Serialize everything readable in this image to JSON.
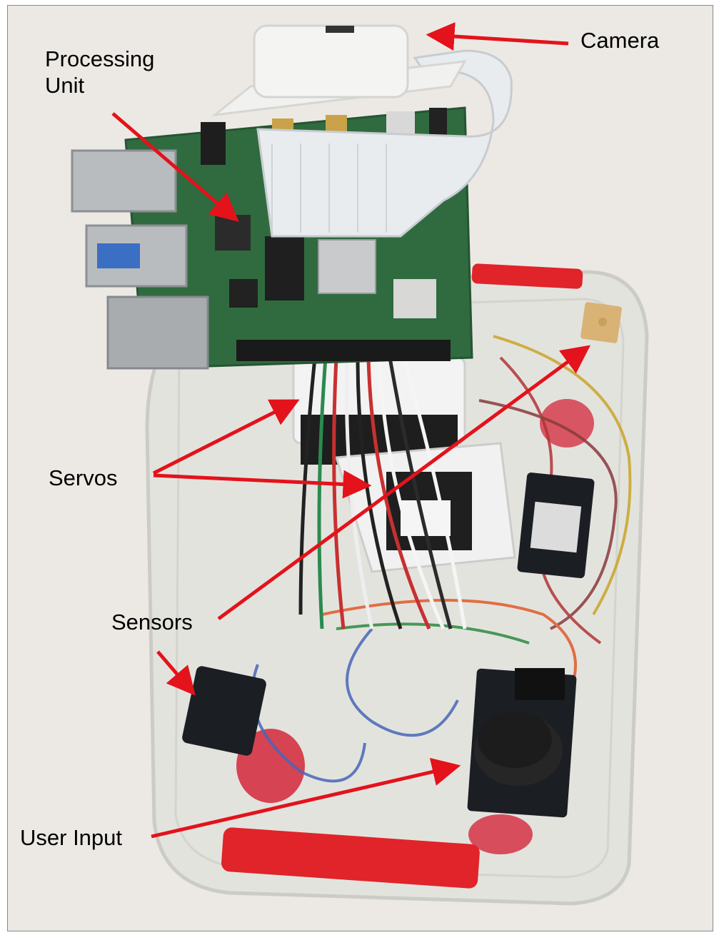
{
  "photo": {
    "subject": "raspberry-pi-pan-tilt-camera-device",
    "colors": {
      "background": "#ece9e4",
      "pcb_green": "#2f6b3f",
      "container_lid": "#e6e6e2",
      "latch_red": "#e0242a",
      "arrow_red": "#e4121b",
      "ribbon_cable": "#e9ecee",
      "camera_case": "#f4f4f2",
      "joystick_cap": "#1c1c1c"
    }
  },
  "annotations": {
    "camera": "Camera",
    "processing_unit": "Processing\nUnit",
    "servos": "Servos",
    "sensors": "Sensors",
    "user_input": "User Input"
  }
}
